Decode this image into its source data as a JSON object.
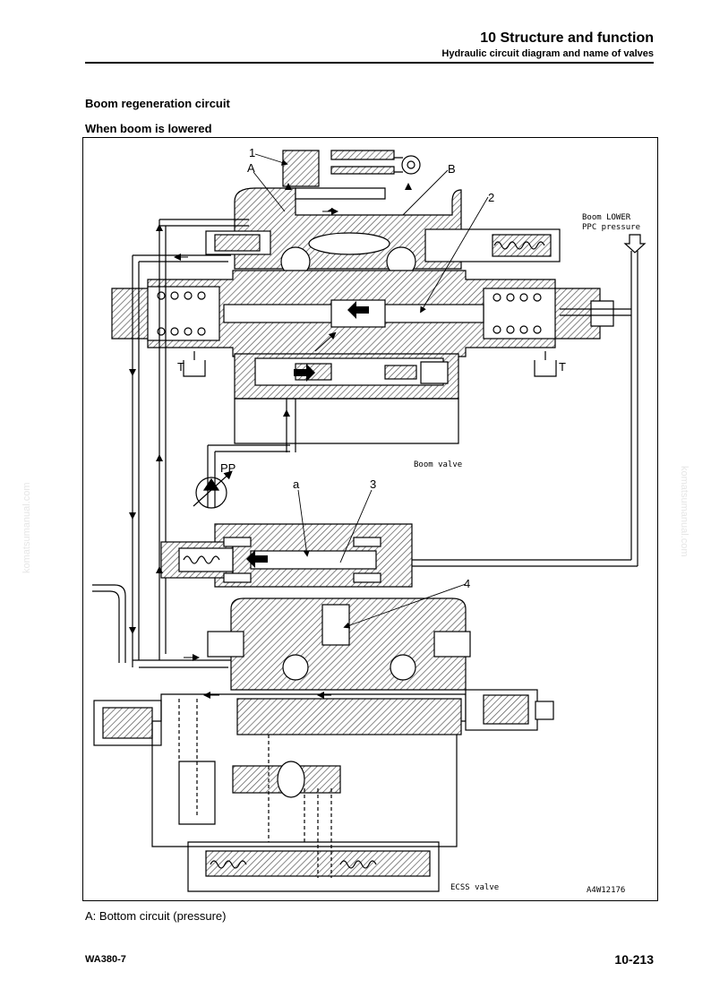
{
  "header": {
    "title": "10 Structure and function",
    "subtitle": "Hydraulic circuit diagram and name of valves"
  },
  "section": {
    "title": "Boom regeneration circuit",
    "subtitle": "When boom is lowered"
  },
  "diagram": {
    "labels": {
      "n1": "1",
      "n2": "2",
      "n3": "3",
      "n4": "4",
      "A": "A",
      "B": "B",
      "a": "a",
      "T_left": "T",
      "T_right": "T",
      "PP": "PP",
      "boom_lower_1": "Boom LOWER",
      "boom_lower_2": "PPC pressure",
      "boom_valve": "Boom valve",
      "ecss_valve": "ECSS valve",
      "drawing_code": "A4W12176"
    }
  },
  "caption": "A: Bottom circuit (pressure)",
  "footer": {
    "model": "WA380-7",
    "page": "10-213"
  },
  "watermark": "komatsumanual.com"
}
